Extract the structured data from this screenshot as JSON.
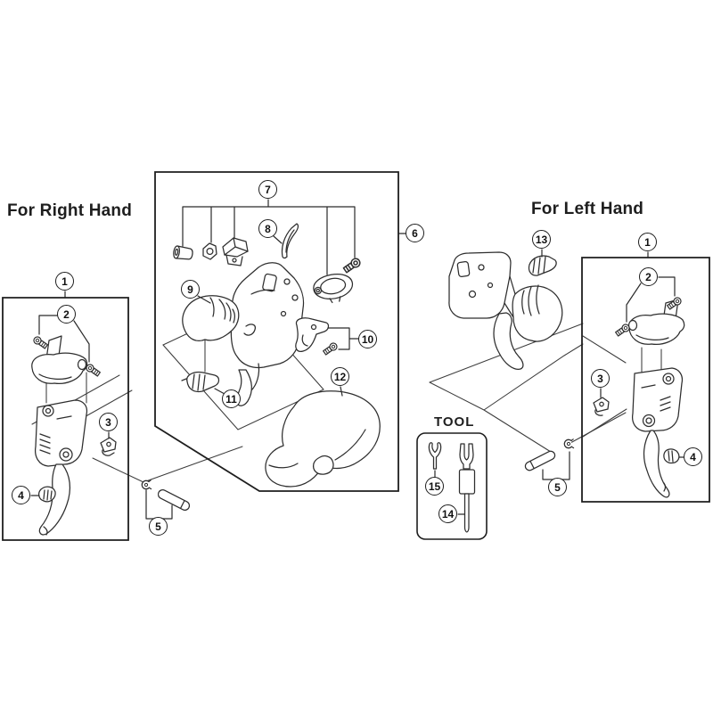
{
  "page": {
    "background": "#ffffff",
    "line_color": "#2e2e2e",
    "box_border_color": "#1e1e1e"
  },
  "sections": {
    "right_hand": {
      "title": "For Right Hand"
    },
    "left_hand": {
      "title": "For Left Hand"
    },
    "tool": {
      "title": "TOOL"
    }
  },
  "callouts": {
    "right_hand": [
      {
        "label": "1"
      },
      {
        "label": "2"
      },
      {
        "label": "3"
      },
      {
        "label": "4"
      },
      {
        "label": "5"
      }
    ],
    "center": [
      {
        "label": "6"
      },
      {
        "label": "7"
      },
      {
        "label": "8"
      },
      {
        "label": "9"
      },
      {
        "label": "10"
      },
      {
        "label": "11"
      },
      {
        "label": "12"
      }
    ],
    "left_hand": [
      {
        "label": "13"
      },
      {
        "label": "1"
      },
      {
        "label": "2"
      },
      {
        "label": "3"
      },
      {
        "label": "4"
      },
      {
        "label": "5"
      }
    ],
    "tool": [
      {
        "label": "14"
      },
      {
        "label": "15"
      }
    ]
  }
}
